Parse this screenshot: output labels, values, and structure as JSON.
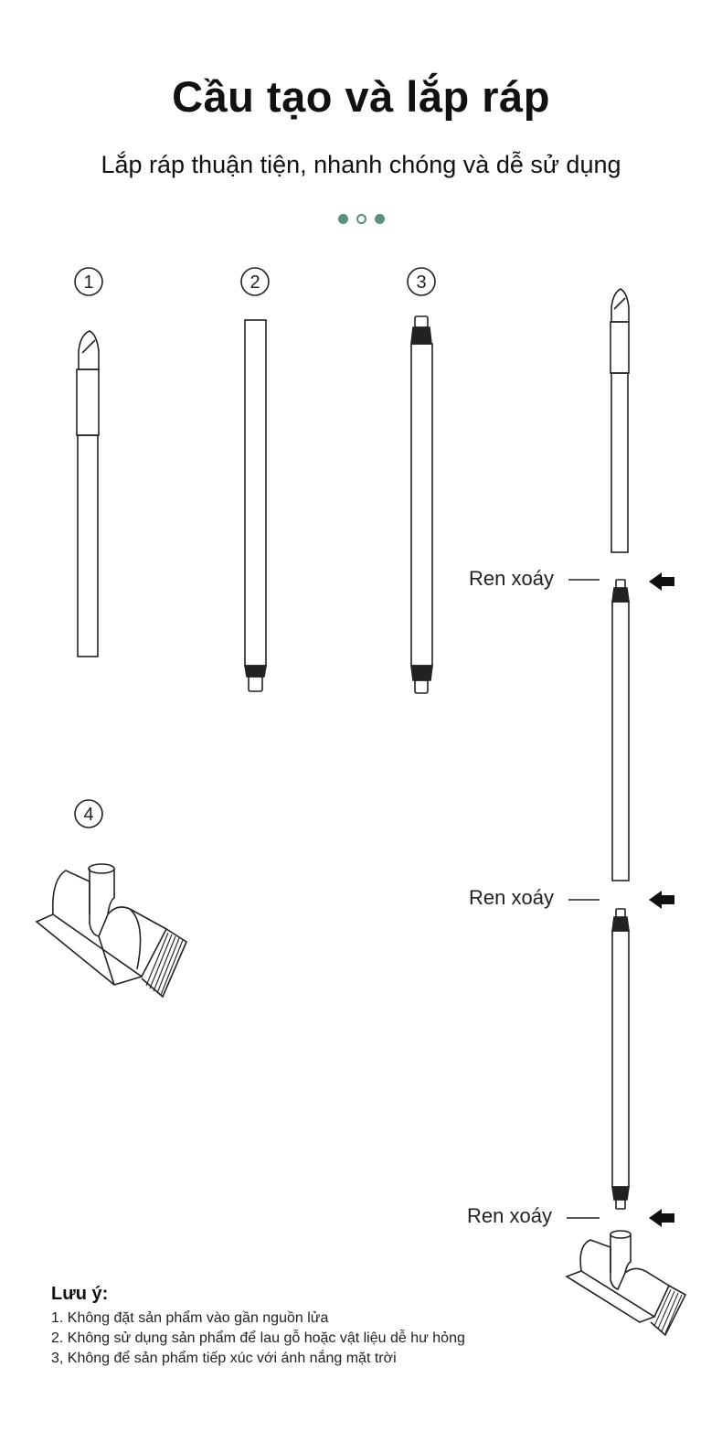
{
  "header": {
    "title": "Cầu tạo và lắp ráp",
    "subtitle": "Lắp ráp thuận tiện, nhanh chóng và dễ sử dụng"
  },
  "carousel": {
    "dots": [
      "filled",
      "hollow",
      "filled"
    ],
    "accent_color": "#5a8f7b"
  },
  "steps": [
    "1",
    "2",
    "3",
    "4"
  ],
  "thread_labels": [
    "Ren xoáy",
    "Ren xoáy",
    "Ren xoáy"
  ],
  "notes": {
    "title": "Lưu ý:",
    "items": [
      "1. Không đặt sản phẩm vào gần nguồn lửa",
      "2. Không sử dụng sản phẩm để lau gỗ hoặc vật liệu dễ hư hỏng",
      "3, Không để sản phẩm tiếp xúc với ánh nắng mặt trời"
    ]
  }
}
